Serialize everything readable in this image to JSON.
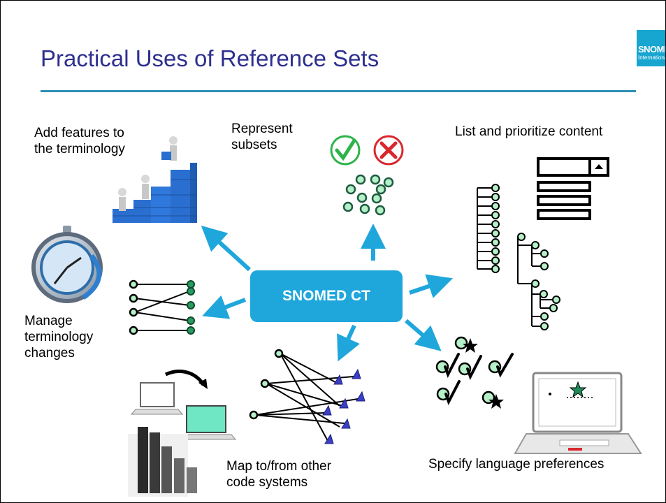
{
  "title": "Practical Uses of Reference Sets",
  "logo": {
    "line1": "SNOMED",
    "line2": "International"
  },
  "center": "SNOMED CT",
  "labels": {
    "add_features": [
      "Add features to",
      "the terminology"
    ],
    "represent_subsets": [
      "Represent",
      "subsets"
    ],
    "list_prioritize": "List and prioritize content",
    "manage_changes": [
      "Manage",
      "terminology",
      "changes"
    ],
    "map_systems": [
      "Map to/from other",
      "code systems"
    ],
    "language_prefs": "Specify language preferences"
  },
  "colors": {
    "title": "#2e2f8f",
    "rule": "#2f8fb5",
    "center_box": "#1fa7dc",
    "arrow": "#1fa7dc",
    "node_fill": "#b6f0c8",
    "node_stroke": "#2a7a55",
    "triangle": "#3b3fc4",
    "check_green": "#2db34a",
    "cross_red": "#d9272e",
    "star_green": "#1f8a5a",
    "laptop_screen": "#6fe6c4",
    "puzzle_blue": "#2a6fd0"
  },
  "icons": [
    "puzzle-staircase-icon",
    "check-icon",
    "cross-icon",
    "stopwatch-icon",
    "laptop-icon",
    "bar-chart-icon",
    "list-box-icon",
    "tree-icon",
    "star-icon"
  ]
}
